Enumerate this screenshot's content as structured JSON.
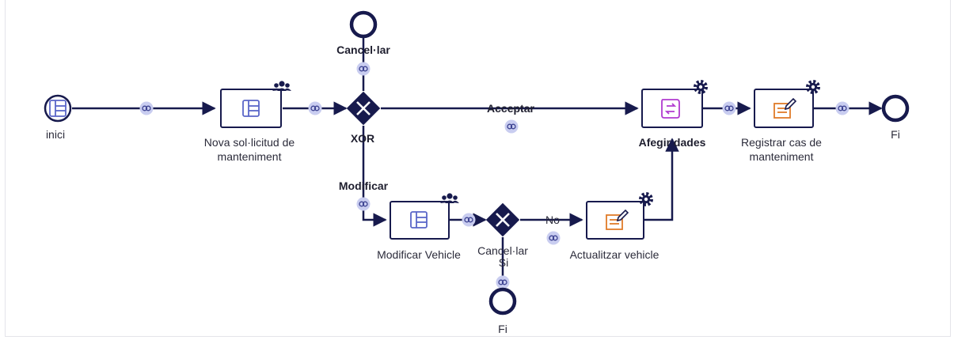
{
  "colors": {
    "flow": "#171a4d",
    "link_badge": "#c9cdf0",
    "user_task_icon": "#5a66c8",
    "script_task_icon": "#b13bd0",
    "service_task_icon": "#e07b28"
  },
  "events": {
    "start": {
      "label": "inici",
      "icon": "form-icon"
    },
    "end_main": {
      "label": "Fi"
    },
    "end_cancel_top": {
      "label": "Cancel·lar"
    },
    "end_bottom": {
      "label": "Fi"
    }
  },
  "tasks": {
    "nova": {
      "label_line1": "Nova sol·licitud de",
      "label_line2": "manteniment",
      "badge": "users-icon"
    },
    "modificar": {
      "label": "Modificar Vehicle",
      "badge": "users-icon"
    },
    "actualitzar": {
      "label": "Actualitzar vehicle",
      "badge": "gear-icon"
    },
    "afegir": {
      "label": "Afegir dades",
      "badge": "gear-icon"
    },
    "registrar": {
      "label_line1": "Registrar cas de",
      "label_line2": "manteniment",
      "badge": "gear-icon"
    }
  },
  "gateways": {
    "xor": {
      "label": "XOR"
    },
    "second": {
      "label": "Cancel·lar"
    }
  },
  "flow_labels": {
    "acceptar": "Acceptar",
    "modificar": "Modificar",
    "no": "No",
    "si": "Si"
  }
}
